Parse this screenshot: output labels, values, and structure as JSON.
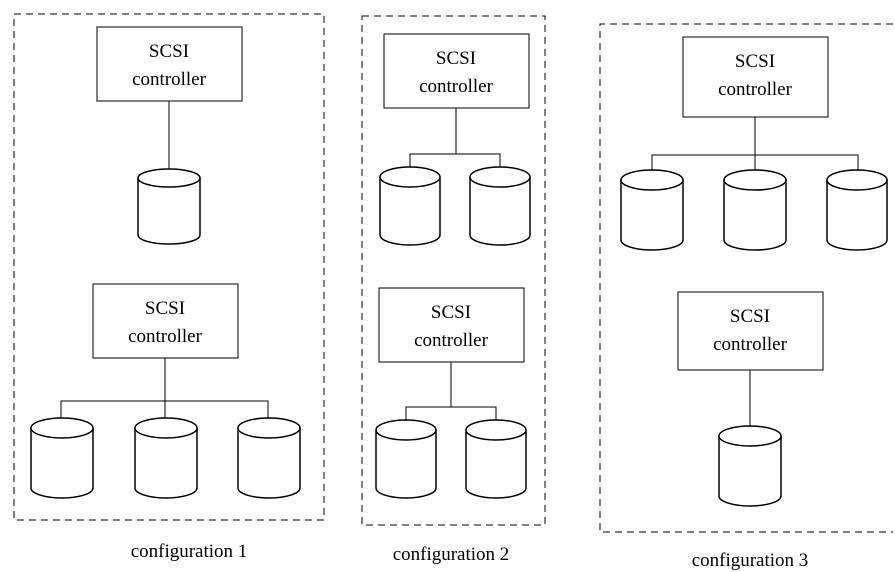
{
  "configurations": [
    {
      "caption": "configuration 1",
      "controllers": [
        {
          "line1": "SCSI",
          "line2": "controller",
          "disks": 1
        },
        {
          "line1": "SCSI",
          "line2": "controller",
          "disks": 3
        }
      ]
    },
    {
      "caption": "configuration 2",
      "controllers": [
        {
          "line1": "SCSI",
          "line2": "controller",
          "disks": 2
        },
        {
          "line1": "SCSI",
          "line2": "controller",
          "disks": 2
        }
      ]
    },
    {
      "caption": "configuration 3",
      "controllers": [
        {
          "line1": "SCSI",
          "line2": "controller",
          "disks": 3
        },
        {
          "line1": "SCSI",
          "line2": "controller",
          "disks": 1
        }
      ]
    }
  ]
}
